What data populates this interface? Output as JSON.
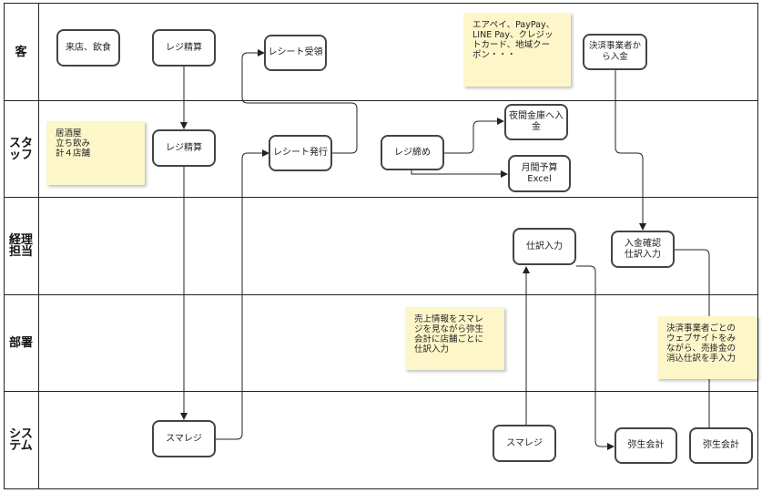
{
  "lanes": [
    {
      "label": "客"
    },
    {
      "label": "スタッフ"
    },
    {
      "label": "経理担当"
    },
    {
      "label": "部署"
    },
    {
      "label": "システム"
    }
  ],
  "nodes": {
    "raiten": "来店、飲食",
    "reji_seisan_kyaku": "レジ精算",
    "receipt_juryo": "レシート受領",
    "kessai_nyukin": "決済事業者から入金",
    "reji_seisan_staff": "レジ精算",
    "receipt_hakko": "レシート発行",
    "reji_jime": "レジ締め",
    "yakan_kinko": "夜間金庫へ入金",
    "getsukan_yosan": "月間予算\nExcel",
    "shiwake_nyuryoku": "仕訳入力",
    "nyukin_kakunin": "入金確認\n仕訳入力",
    "smaregi_1": "スマレジ",
    "smaregi_2": "スマレジ",
    "yayoi_1": "弥生会計",
    "yayoi_2": "弥生会計"
  },
  "notes": {
    "payments": "エアペイ、PayPay、\nLINE Pay、クレジッ\nトカード、地域クー\nポン・・・",
    "stores": "居酒屋\n立ち飲み\n計４店舗",
    "sales": "売上情報をスマレ\nジを見ながら弥生\n会計に店舗ごとに\n仕訳入力",
    "kessai": "決済事業者ごとの\nウェブサイトをみ\nながら、売掛金の\n消込仕訳を手入力"
  },
  "colors": {
    "note": "#fdf6c9",
    "line": "#222222",
    "border": "#444444"
  }
}
